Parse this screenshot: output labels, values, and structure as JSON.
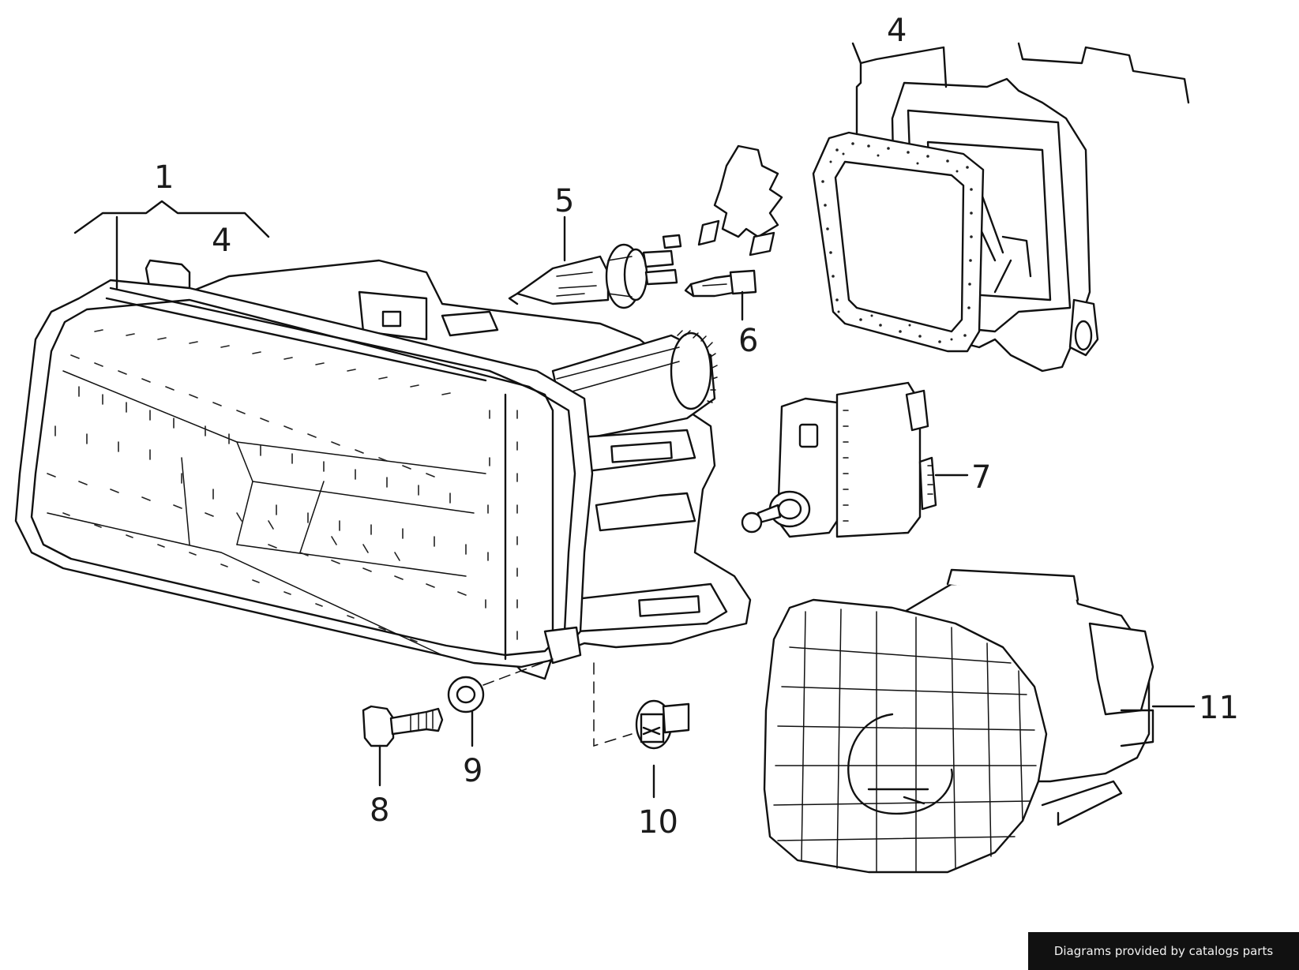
{
  "callouts": {
    "c1": "1",
    "c4a": "4",
    "c4b": "4",
    "c5": "5",
    "c6": "6",
    "c7": "7",
    "c8": "8",
    "c9": "9",
    "c10": "10",
    "c11": "11"
  },
  "credit": "Diagrams provided by catalogs parts",
  "colors": {
    "ink": "#111111",
    "paper": "#ffffff",
    "credit_bg": "#111111",
    "credit_text": "#f2f2f2"
  }
}
